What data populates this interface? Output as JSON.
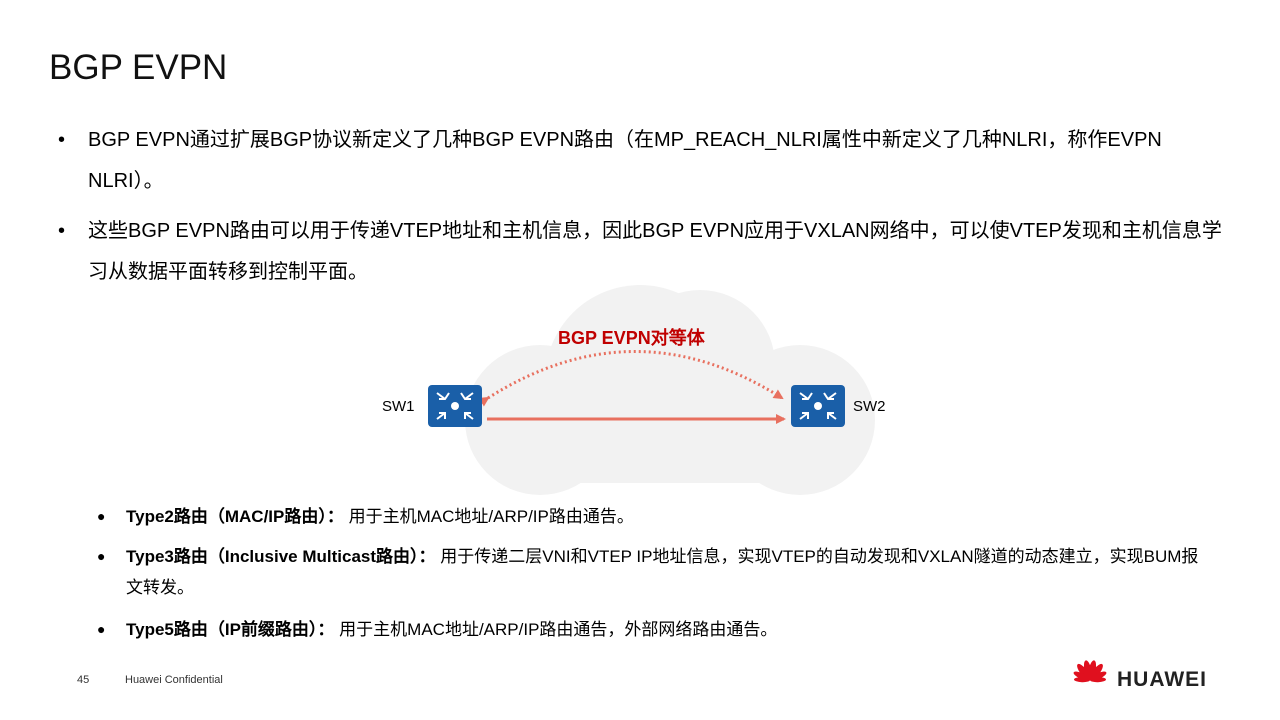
{
  "title": "BGP EVPN",
  "bullets": [
    {
      "text": "BGP  EVPN通过扩展BGP协议新定义了几种BGP  EVPN路由（在MP_REACH_NLRI属性中新定义了几种NLRI，称作EVPN NLRI）。"
    },
    {
      "text": "这些BGP EVPN路由可以用于传递VTEP地址和主机信息，因此BGP EVPN应用于VXLAN网络中，可以使VTEP发现和主机信息学习从数据平面转移到控制平面。"
    }
  ],
  "diagram": {
    "peer_label": "BGP EVPN对等体",
    "sw1": "SW1",
    "sw2": "SW2",
    "switch_color": "#1a5fa8",
    "arrow_color": "#e8705f"
  },
  "route_types": [
    {
      "name": "Type2路由（MAC/IP路由）：",
      "desc": "用于主机MAC地址/ARP/IP路由通告。"
    },
    {
      "name": "Type3路由（Inclusive Multicast路由）：",
      "desc": "用于传递二层VNI和VTEP  IP地址信息，实现VTEP的自动发现和VXLAN隧道的动态建立，实现BUM报文转发。"
    },
    {
      "name": "Type5路由（IP前缀路由）：",
      "desc": "用于主机MAC地址/ARP/IP路由通告，外部网络路由通告。"
    }
  ],
  "footer": {
    "page": "45",
    "confidential": "Huawei Confidential",
    "logo": "HUAWEI"
  }
}
